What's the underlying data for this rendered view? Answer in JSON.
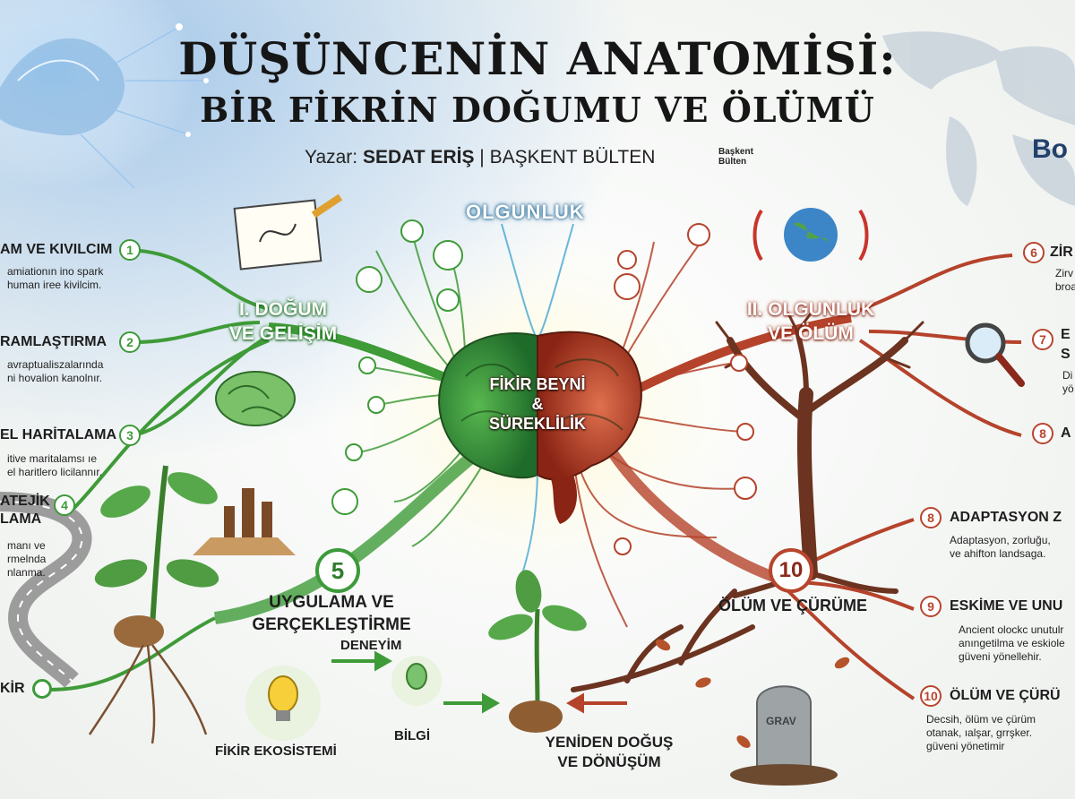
{
  "header": {
    "title_line1": "DÜŞÜNCENİN ANATOMİSİ:",
    "title_line2": "BİR FİKRİN DOĞUMU VE ÖLÜMÜ",
    "byline_prefix": "Yazar:",
    "author": "SEDAT ERİŞ",
    "separator": "|",
    "publication": "BAŞKENT BÜLTEN",
    "brand_mini_1": "Başkent",
    "brand_mini_2": "Bülten",
    "brand_badge": "Bo"
  },
  "top_label": "OLGUNLUK",
  "core": {
    "line1": "FİKİR BEYNİ",
    "line2": "&",
    "line3": "SÜREKLİLİK"
  },
  "sections": {
    "left_line1": "I. DOĞUM",
    "left_line2": "VE GELİŞİM",
    "right_line1": "II. OLGUNLUK",
    "right_line2": "VE ÖLÜM",
    "apply_num": "5",
    "apply_line1": "UYGULAMA VE",
    "apply_line2": "GERÇEKLEŞTİRME",
    "death_num": "10",
    "death_label": "ÖLÜM VE ÇÜRÜME"
  },
  "left_items": [
    {
      "num": "1",
      "title": "AM VE KIVILCIM",
      "desc1": "amiationın ino spark",
      "desc2": "human iree kivilcim."
    },
    {
      "num": "2",
      "title": "RAMLAŞTIRMA",
      "desc1": "avraptualiszalarında",
      "desc2": "ni hovalion kanolnır."
    },
    {
      "num": "3",
      "title": "EL HARİTALAMA",
      "desc1": "itive maritalamsı ıe",
      "desc2": "el haritlero licilannır."
    },
    {
      "num": "4",
      "title_a": "ATEJİK",
      "title_b": "LAMA",
      "desc1": "manı ve",
      "desc2": "rmelnda",
      "desc3": "nlanma."
    },
    {
      "title": "KİR"
    }
  ],
  "right_items": [
    {
      "num": "6",
      "title": "ZİR",
      "desc1": "Zirv",
      "desc2": "broa"
    },
    {
      "num": "7",
      "title_a": "E",
      "title_b": "S",
      "desc1": "Di",
      "desc2": "yö"
    },
    {
      "num": "8",
      "title": "A"
    },
    {
      "num": "8",
      "title": "ADAPTASYON Z",
      "desc1": "Adaptasyon, zorluğu,",
      "desc2": "ve ahifton landsaga."
    },
    {
      "num": "9",
      "title": "ESKİME VE UNU",
      "desc1": "Ancient olockc unutulr",
      "desc2": "anıngetilma ve eskiole",
      "desc3": "güveni yönellehir."
    },
    {
      "num": "10",
      "title": "ÖLÜM VE ÇÜRÜ",
      "desc1": "Decsih, ölüm ve çürüm",
      "desc2": "otanak, ıalşar, grrşker.",
      "desc3": "güveni yönetimir"
    }
  ],
  "bottom": {
    "experience": "DENEYİM",
    "ecosystem": "FİKİR EKOSİSTEMİ",
    "knowledge": "BİLGİ",
    "rebirth_line1": "YENİDEN DOĞUŞ",
    "rebirth_line2": "VE DÖNÜŞÜM",
    "grave": "GRAV"
  },
  "colors": {
    "green": "#3d9a3a",
    "red": "#b8452d",
    "title": "#161616"
  }
}
